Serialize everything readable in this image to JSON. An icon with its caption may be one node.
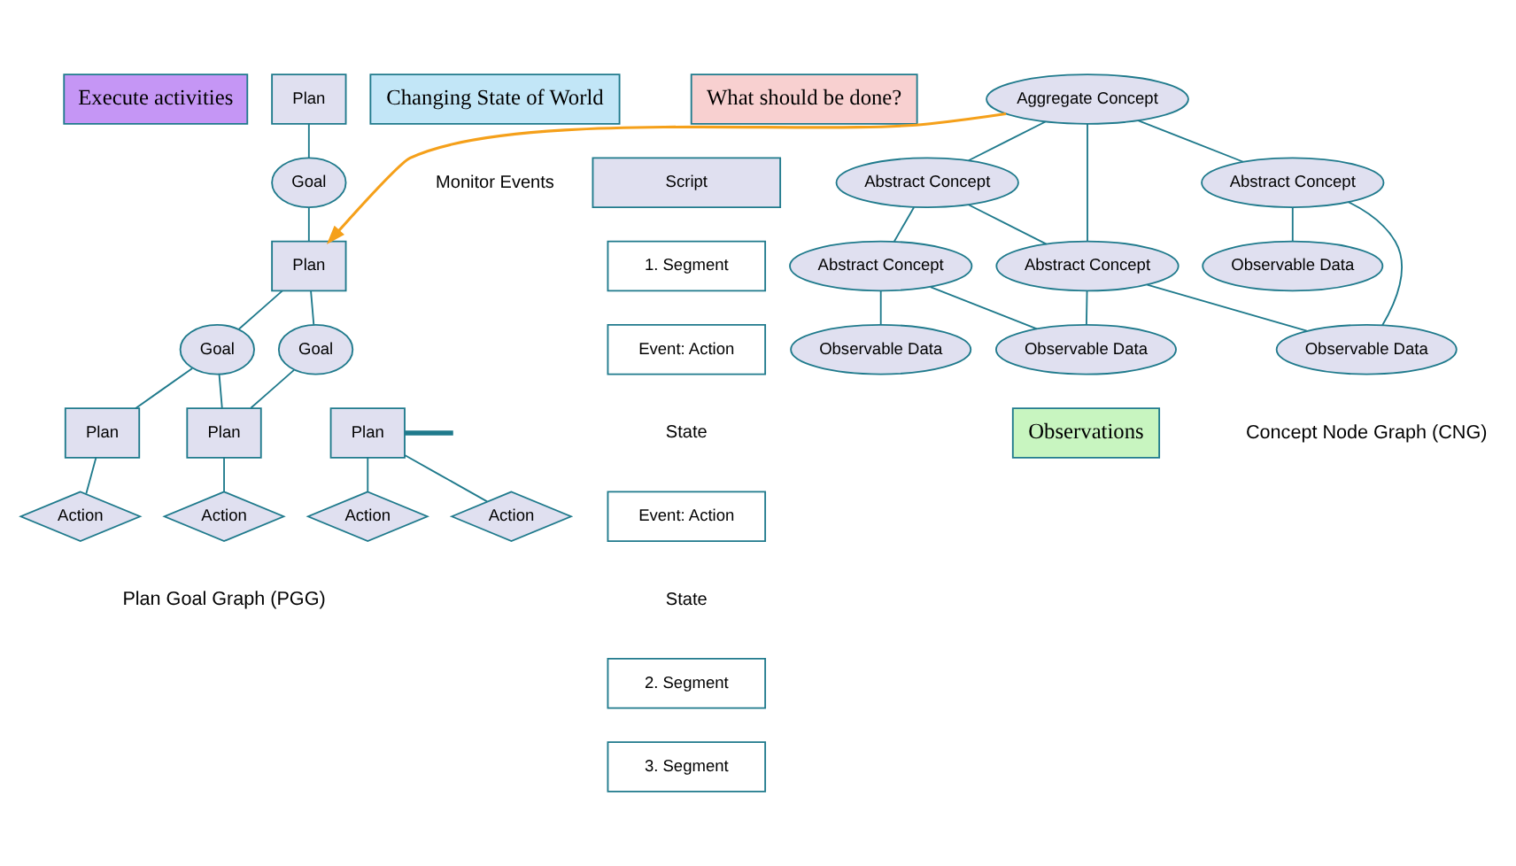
{
  "diagram": {
    "nodes": [
      {
        "text": [
          "Execute activities"
        ]
      },
      {
        "text": [
          "Changing State of World"
        ],
        "beside": [
          "Monitor Events"
        ]
      },
      {
        "text": [
          "What should be done?"
        ]
      },
      {
        "text": [
          "Observations"
        ]
      },
      {
        "text": [
          "Plan"
        ]
      },
      {
        "text": [
          "Goal"
        ]
      },
      {
        "text": [
          "Plan"
        ]
      },
      {
        "text": [
          "Goal"
        ]
      },
      {
        "text": [
          "Goal"
        ]
      },
      {
        "text": [
          "Plan"
        ]
      },
      {
        "text": [
          "Plan"
        ]
      },
      {
        "text": [
          "Plan"
        ]
      },
      {
        "text": [
          "Action"
        ]
      },
      {
        "text": [
          "Action"
        ]
      },
      {
        "text": [
          "Action"
        ]
      },
      {
        "text": [
          "Action"
        ]
      },
      {
        "text": [
          "Script"
        ]
      },
      {
        "text": [
          "1. Segment"
        ]
      },
      {
        "text": [
          "Event: Action"
        ],
        "beside": [
          "State"
        ]
      },
      {
        "text": [
          "Event: Action"
        ],
        "beside": [
          "State"
        ]
      },
      {
        "text": [
          "2. Segment"
        ]
      },
      {
        "text": [
          "3. Segment"
        ]
      },
      {
        "text": [
          "Aggregate Concept"
        ]
      },
      {
        "text": [
          "Abstract Concept"
        ]
      },
      {
        "text": [
          "Abstract Concept"
        ]
      },
      {
        "text": [
          "Abstract Concept"
        ]
      },
      {
        "text": [
          "Abstract Concept"
        ]
      },
      {
        "text": [
          "Observable Data"
        ]
      },
      {
        "text": [
          "Observable Data"
        ]
      },
      {
        "text": [
          "Observable Data"
        ]
      },
      {
        "text": [
          "Observable Data"
        ]
      }
    ],
    "edges": [
      {
        "from": 4,
        "to": 5,
        "arrow": "none"
      },
      {
        "from": 5,
        "to": 6,
        "arrow": "none"
      },
      {
        "from": 6,
        "to": 7,
        "arrow": "none"
      },
      {
        "from": 6,
        "to": 8,
        "arrow": "none"
      },
      {
        "from": 7,
        "to": 9,
        "arrow": "none"
      },
      {
        "from": 7,
        "to": 10,
        "arrow": "none"
      },
      {
        "from": 8,
        "to": 10,
        "arrow": "none"
      },
      {
        "from": 9,
        "to": 12,
        "arrow": "none"
      },
      {
        "from": 10,
        "to": 13,
        "arrow": "none"
      },
      {
        "from": 11,
        "to": 14,
        "arrow": "none"
      },
      {
        "from": 11,
        "to": 15,
        "arrow": "none"
      },
      {
        "from": 11,
        "to": null,
        "arrow": "none",
        "style": "thick"
      },
      {
        "from": 22,
        "to": 6,
        "arrow": "to",
        "color": "#f5a01a"
      },
      {
        "from": 22,
        "to": 24,
        "arrow": "none"
      },
      {
        "from": 22,
        "to": 25,
        "arrow": "none"
      },
      {
        "from": 22,
        "to": 23,
        "arrow": "none"
      },
      {
        "from": 23,
        "to": 25,
        "arrow": "none"
      },
      {
        "from": 23,
        "to": 26,
        "arrow": "none"
      },
      {
        "from": 24,
        "to": 27,
        "arrow": "none"
      },
      {
        "from": 24,
        "to": 28,
        "arrow": "none"
      },
      {
        "from": 25,
        "to": 28,
        "arrow": "none"
      },
      {
        "from": 25,
        "to": 29,
        "arrow": "none"
      },
      {
        "from": 26,
        "to": 29,
        "arrow": "none"
      },
      {
        "from": 26,
        "to": 30,
        "arrow": "none"
      }
    ],
    "labels": [
      "Plan Goal Graph (PGG)",
      "Concept Node Graph (CNG)"
    ]
  }
}
